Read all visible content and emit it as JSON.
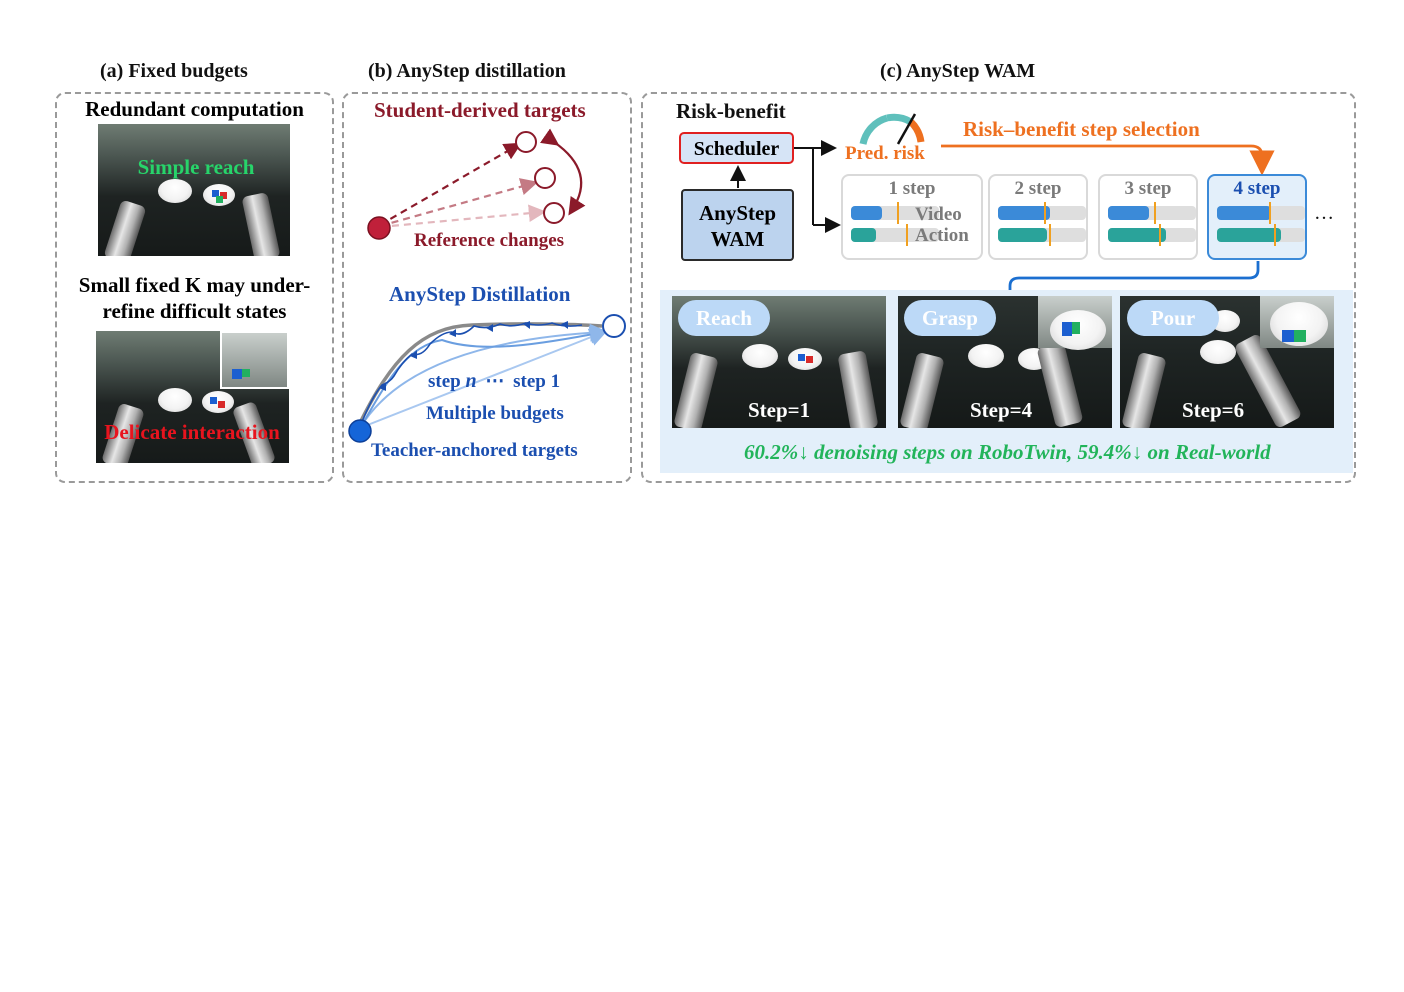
{
  "panel_a": {
    "title": "(a) Fixed budgets",
    "top_label": "Redundant computation",
    "top_overlay": "Simple reach",
    "middle_label_1": "Small fixed K may under-",
    "middle_label_2": "refine difficult states",
    "bottom_overlay": "Delicate interaction"
  },
  "panel_b": {
    "title": "(b) AnyStep distillation",
    "student_title": "Student-derived targets",
    "reference_changes": "Reference changes",
    "distill_title": "AnyStep Distillation",
    "step_n_prefix": "step",
    "step_n_var": "n",
    "step_ellipsis": "⋯",
    "step_1": "step 1",
    "multiple_budgets": "Multiple budgets",
    "teacher_targets": "Teacher-anchored targets"
  },
  "panel_c": {
    "title": "(c) AnyStep WAM",
    "risk_benefit": "Risk-benefit",
    "scheduler": "Scheduler",
    "wam_line1": "AnyStep",
    "wam_line2": "WAM",
    "pred_risk": "Pred. risk",
    "selection": "Risk–benefit step selection",
    "steps": [
      {
        "label": "1 step",
        "video": 0.42,
        "action": 0.33
      },
      {
        "label": "2 step",
        "video": 0.7,
        "action": 0.66
      },
      {
        "label": "3 step",
        "video": 0.55,
        "action": 0.78
      },
      {
        "label": "4 step",
        "video": 0.72,
        "action": 0.85
      }
    ],
    "video_label": "Video",
    "action_label": "Action",
    "ellipsis": "…",
    "phases": [
      {
        "label": "Reach",
        "step": "Step=1"
      },
      {
        "label": "Grasp",
        "step": "Step=4"
      },
      {
        "label": "Pour",
        "step": "Step=6"
      }
    ],
    "result": "60.2%↓ denoising steps on RoboTwin, 59.4%↓ on Real-world"
  },
  "colors": {
    "dark_red": "#8b1a2a",
    "blue": "#1b4fb0",
    "orange": "#ee7020",
    "green": "#22b45a",
    "bar_blue": "#3b8ad8",
    "bar_teal": "#2aa39a"
  }
}
